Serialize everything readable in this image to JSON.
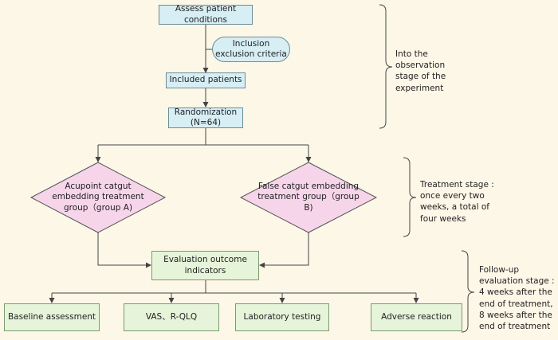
{
  "nodes": {
    "assess": "Assess patient conditions",
    "inclusion": "Inclusion exclusion criteria",
    "included": "Included patients",
    "randomization": "Randomization (N=64)",
    "group_a": "Acupoint catgut embedding treatment group（group A)",
    "group_b": "False catgut embedding treatment group（group B)",
    "evaluation": "Evaluation outcome indicators",
    "baseline": "Baseline assessment",
    "vas": "VAS、R-QLQ",
    "lab": "Laboratory testing",
    "adverse": "Adverse reaction"
  },
  "stages": {
    "observation": "Into the observation stage of the experiment",
    "treatment": "Treatment stage : once every two weeks, a total of four weeks",
    "followup": "Follow-up evaluation stage : 4 weeks after the end of treatment, 8 weeks after the end of treatment"
  },
  "colors": {
    "background": "#fdf7e8",
    "process_box": "#d6eef4",
    "decision": "#f6d5ea",
    "outcome_box": "#e6f4d9",
    "line": "#444444"
  }
}
